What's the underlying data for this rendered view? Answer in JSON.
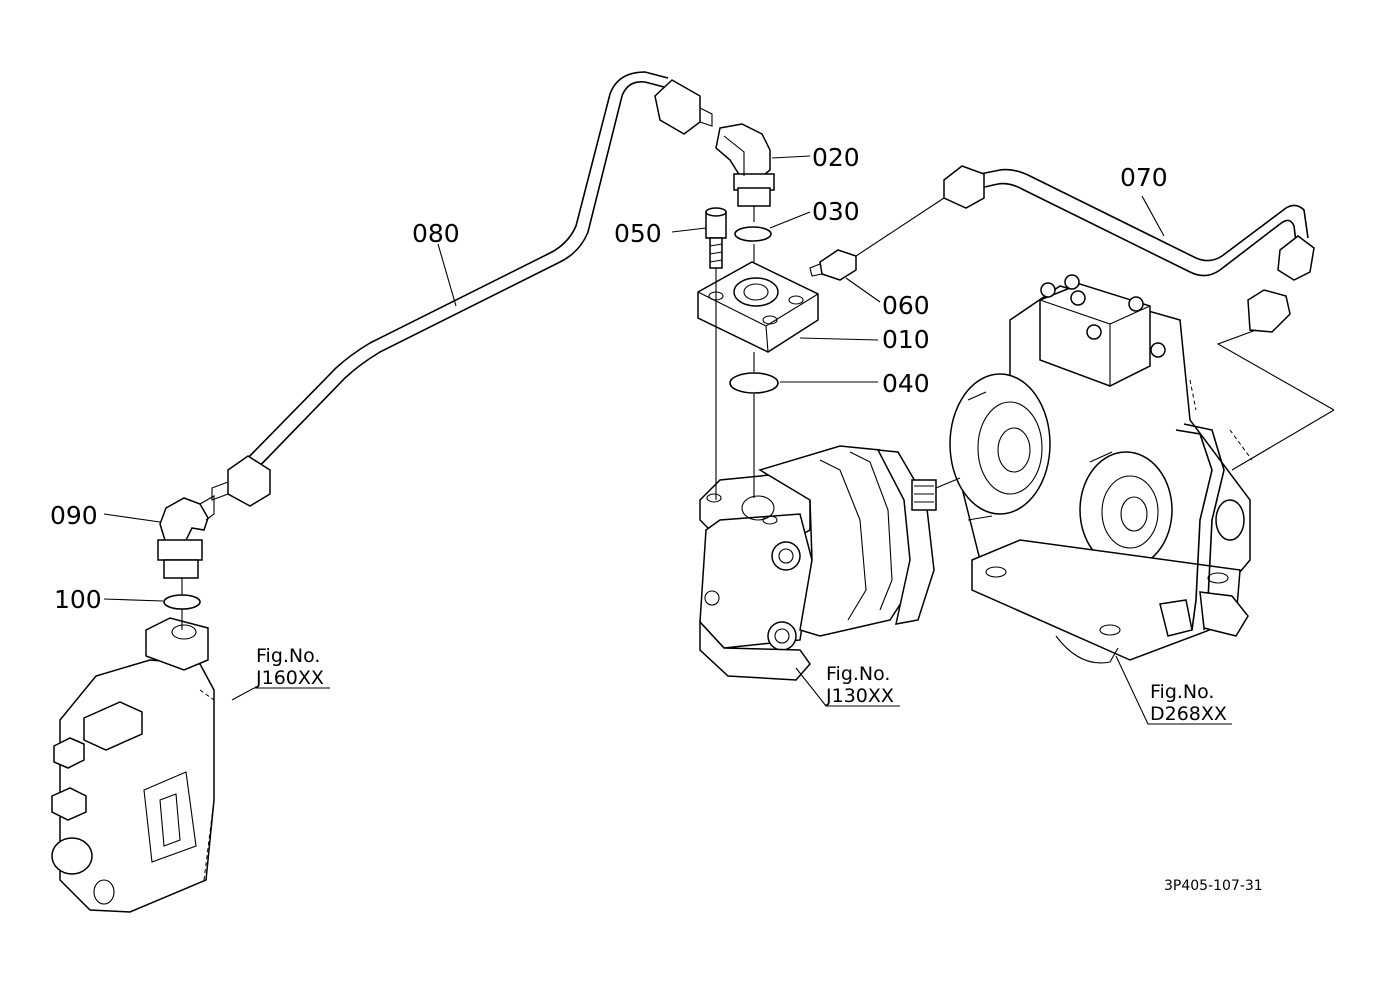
{
  "callouts": {
    "p010": "010",
    "p020": "020",
    "p030": "030",
    "p040": "040",
    "p050": "050",
    "p060": "060",
    "p070": "070",
    "p080": "080",
    "p090": "090",
    "p100": "100"
  },
  "figure_refs": {
    "control_valve": {
      "line1": "Fig.No.",
      "line2": "J160XX"
    },
    "hydraulic_pump": {
      "line1": "Fig.No.",
      "line2": "J130XX"
    },
    "transmission": {
      "line1": "Fig.No.",
      "line2": "D268XX"
    }
  },
  "drawing_code": "3P405-107-31"
}
